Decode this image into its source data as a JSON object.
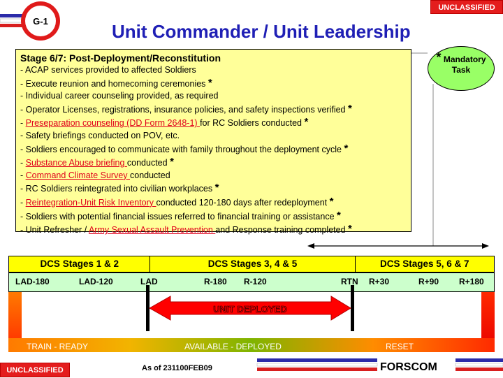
{
  "header": {
    "classification_top": "UNCLASSIFIED",
    "badge_label": "G-1",
    "title": "Unit Commander / Unit Leadership"
  },
  "stage_box": {
    "heading": "Stage 6/7: Post-Deployment/Reconstitution",
    "items": [
      {
        "pre": "-  ACAP services provided to affected Soldiers",
        "link": "",
        "post": "",
        "star": ""
      },
      {
        "pre": "-  Execute reunion and homecoming ceremonies ",
        "link": "",
        "post": "",
        "star": "*"
      },
      {
        "pre": "-  Individual career counseling provided, as required",
        "link": "",
        "post": "",
        "star": ""
      },
      {
        "pre": "-  Operator Licenses, registrations, insurance policies, and safety inspections verified ",
        "link": "",
        "post": "",
        "star": "*"
      },
      {
        "pre": "-  ",
        "link": "Preseparation counseling (DD Form 2648-1) ",
        "post": "for RC Soldiers conducted ",
        "star": "*"
      },
      {
        "pre": "-  Safety briefings conducted on POV, etc.",
        "link": "",
        "post": "",
        "star": ""
      },
      {
        "pre": "-  Soldiers encouraged to communicate with family throughout the deployment cycle ",
        "link": "",
        "post": "",
        "star": "*"
      },
      {
        "pre": "-  ",
        "link": "Substance Abuse briefing ",
        "post": "conducted ",
        "star": "*"
      },
      {
        "pre": "-  ",
        "link": "Command Climate Survey ",
        "post": "conducted",
        "star": ""
      },
      {
        "pre": "-  RC Soldiers reintegrated into civilian workplaces ",
        "link": "",
        "post": "",
        "star": "*"
      },
      {
        "pre": "-  ",
        "link": "Reintegration-Unit Risk Inventory ",
        "post": "conducted 120-180 days after redeployment ",
        "star": "*"
      },
      {
        "pre": "-  Soldiers with potential financial issues referred to financial training or assistance ",
        "link": "",
        "post": "",
        "star": "*"
      },
      {
        "pre": "-  Unit Refresher / ",
        "link": "Army Sexual Assault Prevention ",
        "post": "and Response training completed ",
        "star": "*"
      }
    ]
  },
  "mandatory": {
    "star": "*",
    "line1": "Mandatory",
    "line2": "Task"
  },
  "dcs_stages": [
    "DCS Stages 1 & 2",
    "DCS Stages 3, 4 & 5",
    "DCS Stages 5, 6 & 7"
  ],
  "timeline_labels": [
    "LAD-180",
    "LAD-120",
    "LAD",
    "R-180",
    "R-120",
    "RTN",
    "R+30",
    "R+90",
    "R+180"
  ],
  "unit_deployed": "UNIT DEPLOYED",
  "bottom_labels": [
    "TRAIN - READY",
    "AVAILABLE -   DEPLOYED",
    "RESET"
  ],
  "footer": {
    "classification_bottom": "UNCLASSIFIED",
    "as_of": "As of 231100FEB09",
    "org": "FORSCOM"
  },
  "colors": {
    "title": "#1f1fb5",
    "stage_box": "#ffff99",
    "link": "#e0001b",
    "mandatory_oval": "#99ff66",
    "dcs_bar": "#ffff00",
    "timeline": "#ccffcc",
    "classification": "#e41d1d"
  }
}
